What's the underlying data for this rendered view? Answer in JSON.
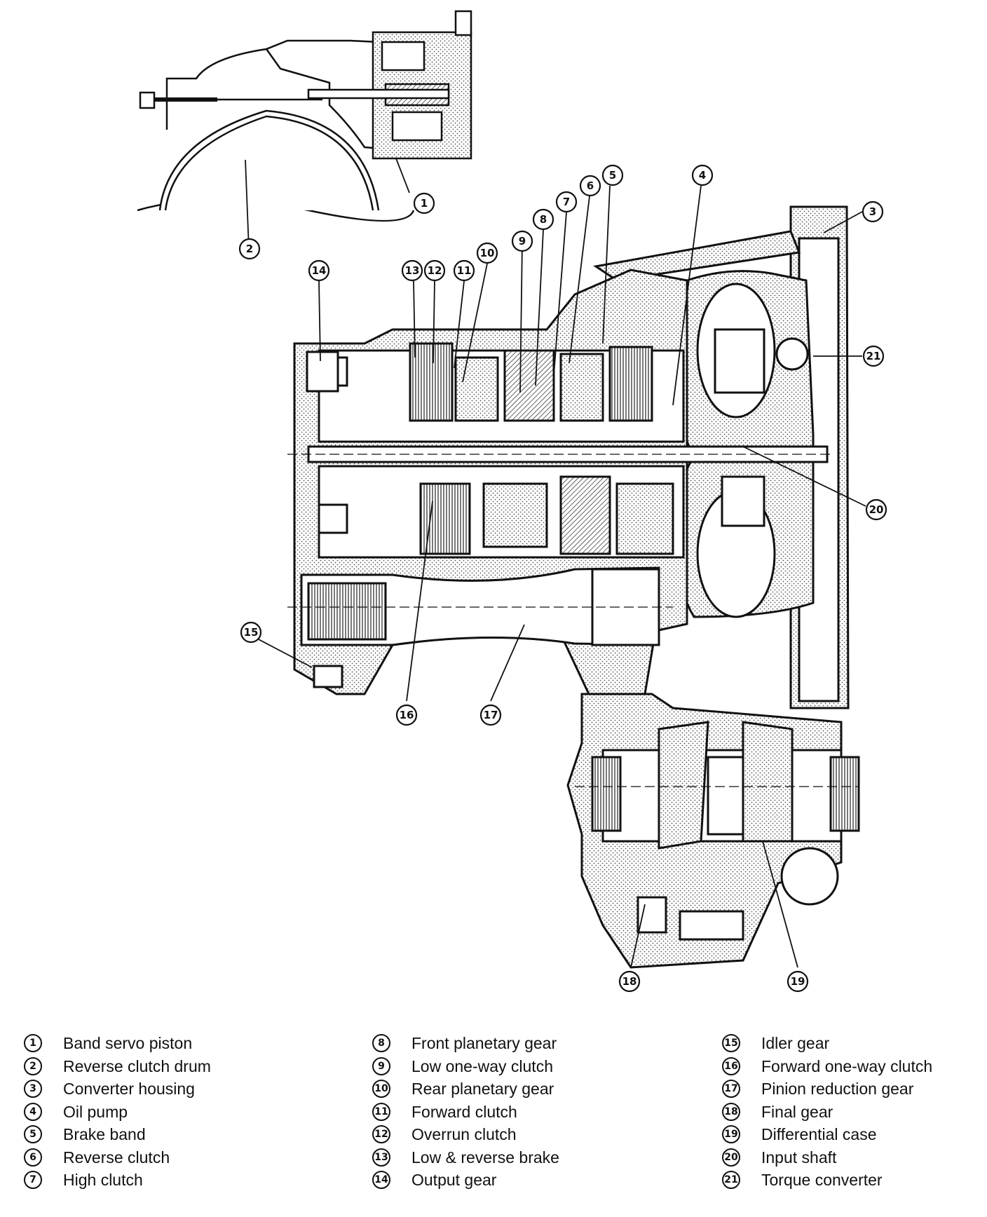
{
  "legend": [
    {
      "num": "1",
      "label": "Band servo piston"
    },
    {
      "num": "2",
      "label": "Reverse clutch drum"
    },
    {
      "num": "3",
      "label": "Converter housing"
    },
    {
      "num": "4",
      "label": "Oil pump"
    },
    {
      "num": "5",
      "label": "Brake band"
    },
    {
      "num": "6",
      "label": "Reverse clutch"
    },
    {
      "num": "7",
      "label": "High clutch"
    },
    {
      "num": "8",
      "label": "Front planetary gear"
    },
    {
      "num": "9",
      "label": "Low one-way clutch"
    },
    {
      "num": "10",
      "label": "Rear planetary gear"
    },
    {
      "num": "11",
      "label": "Forward clutch"
    },
    {
      "num": "12",
      "label": "Overrun clutch"
    },
    {
      "num": "13",
      "label": "Low & reverse brake"
    },
    {
      "num": "14",
      "label": "Output gear"
    },
    {
      "num": "15",
      "label": "Idler gear"
    },
    {
      "num": "16",
      "label": "Forward one-way clutch"
    },
    {
      "num": "17",
      "label": "Pinion reduction gear"
    },
    {
      "num": "18",
      "label": "Final gear"
    },
    {
      "num": "19",
      "label": "Differential case"
    },
    {
      "num": "20",
      "label": "Input shaft"
    },
    {
      "num": "21",
      "label": "Torque converter"
    }
  ],
  "callouts": [
    "1",
    "2",
    "3",
    "4",
    "5",
    "6",
    "7",
    "8",
    "9",
    "10",
    "11",
    "12",
    "13",
    "14",
    "15",
    "16",
    "17",
    "18",
    "19",
    "20",
    "21"
  ]
}
